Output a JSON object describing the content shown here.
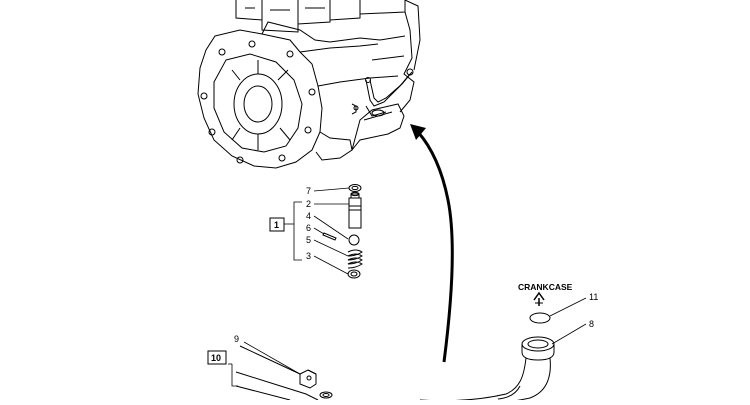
{
  "callouts": {
    "c1": "1",
    "c2": "2",
    "c3": "3",
    "c4": "4",
    "c5": "5",
    "c6": "6",
    "c7": "7",
    "c8": "8",
    "c9": "9",
    "c10": "10",
    "c11": "11"
  },
  "labels": {
    "crankcase": "CRANKCASE"
  },
  "colors": {
    "line": "#000000",
    "background": "#ffffff"
  }
}
